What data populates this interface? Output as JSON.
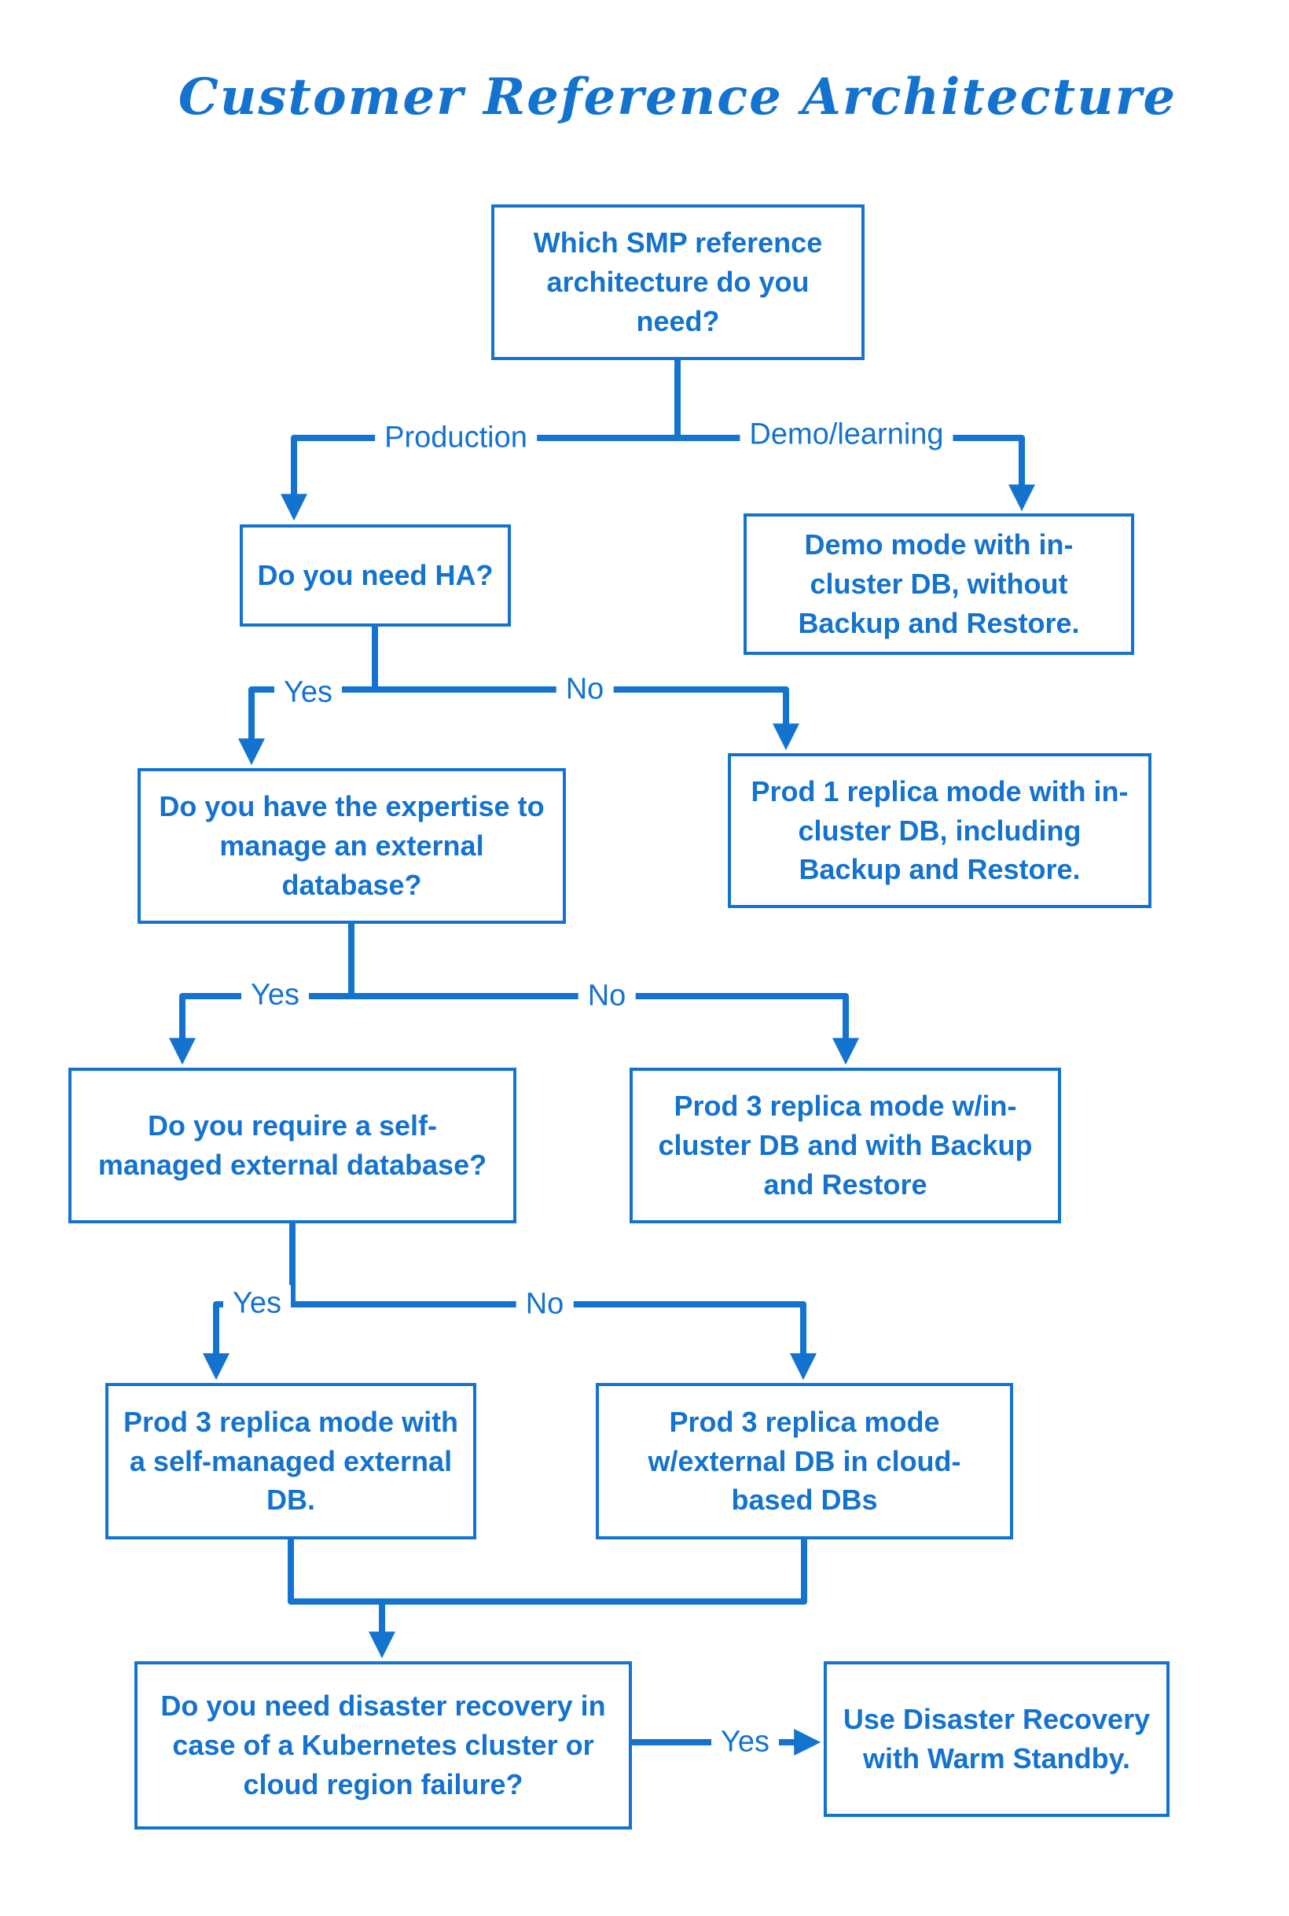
{
  "title": "Customer Reference Architecture",
  "colors": {
    "accent": "#1373cf",
    "background": "#ffffff"
  },
  "nodes": {
    "root": "Which SMP reference architecture do you need?",
    "need_ha": "Do you need HA?",
    "demo_mode": "Demo mode with in-cluster DB, without Backup and Restore.",
    "expertise": "Do you have the expertise to manage an external database?",
    "prod1_incluster": "Prod 1 replica mode with in-cluster DB, including Backup and Restore.",
    "self_managed_q": "Do you require a self-managed external database?",
    "prod3_incluster": "Prod 3 replica mode w/in-cluster DB and with Backup and Restore",
    "prod3_self_managed": "Prod 3 replica mode with a self-managed external DB.",
    "prod3_cloud": "Prod 3 replica mode w/external DB in cloud-based DBs",
    "disaster_q": "Do you need disaster recovery in case of a Kubernetes cluster or cloud region failure?",
    "disaster_recovery": "Use Disaster Recovery with Warm Standby."
  },
  "edge_labels": {
    "production": "Production",
    "demo_learning": "Demo/learning",
    "yes": "Yes",
    "no": "No"
  }
}
